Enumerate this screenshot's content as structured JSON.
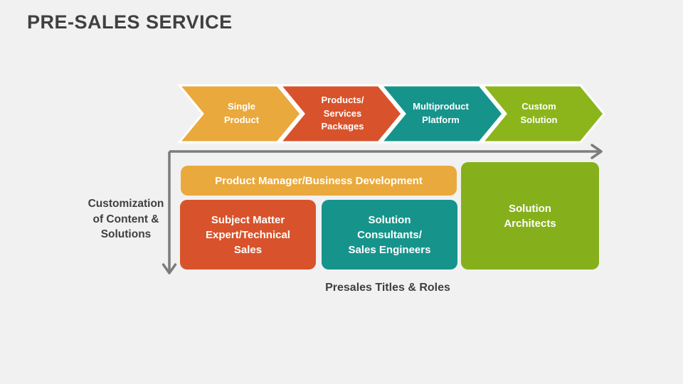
{
  "slide": {
    "title": "PRE-SALES SERVICE",
    "background_color": "#F1F1F1",
    "title_color": "#404040",
    "caption": "Presales Titles & Roles"
  },
  "chevron_flow": {
    "items": [
      {
        "label": "Single\nProduct",
        "color": "#EAA93C"
      },
      {
        "label": "Products/\nServices\nPackages",
        "color": "#D8532B"
      },
      {
        "label": "Multiproduct\nPlatform",
        "color": "#16948C"
      },
      {
        "label": "Custom\nSolution",
        "color": "#8CB51C"
      }
    ]
  },
  "axis": {
    "label": "Customization\nof Content &\nSolutions",
    "color": "#7C7C7C"
  },
  "roles": {
    "manager": {
      "label": "Product Manager/Business Development",
      "color": "#EAA93C"
    },
    "sme": {
      "label": "Subject Matter\nExpert/Technical\nSales",
      "color": "#D8532B"
    },
    "consultants": {
      "label": "Solution\nConsultants/\nSales Engineers",
      "color": "#16948C"
    },
    "architects": {
      "label": "Solution\nArchitects",
      "color": "#85B01B"
    }
  }
}
